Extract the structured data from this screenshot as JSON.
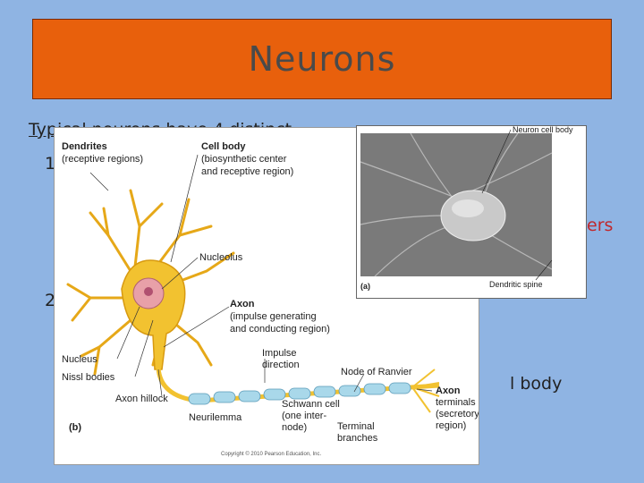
{
  "slide": {
    "title": "Neurons",
    "body_line1": "Typical neurons have 4 distinct",
    "item1_number": "1",
    "item1_fragment": "ers",
    "item2_number": "2",
    "item2_fragment": "l body"
  },
  "figure": {
    "labels": {
      "dendrites": "Dendrites",
      "dendrites_sub": "(receptive regions)",
      "cell_body": "Cell body",
      "cell_body_sub1": "(biosynthetic center",
      "cell_body_sub2": "and receptive region)",
      "nucleolus": "Nucleolus",
      "axon": "Axon",
      "axon_sub1": "(impulse generating",
      "axon_sub2": "and conducting region)",
      "impulse_direction1": "Impulse",
      "impulse_direction2": "direction",
      "nucleus": "Nucleus",
      "nissl_bodies": "Nissl bodies",
      "axon_hillock": "Axon hillock",
      "node_of_ranvier": "Node of Ranvier",
      "neurilemma": "Neurilemma",
      "schwann1": "Schwann cell",
      "schwann2": "(one inter-",
      "schwann3": "node)",
      "terminal_branches1": "Terminal",
      "terminal_branches2": "branches",
      "axon_terminals1": "Axon",
      "axon_terminals2": "terminals",
      "axon_terminals3": "(secretory",
      "axon_terminals4": "region)",
      "panel_b": "(b)",
      "copyright": "Copyright © 2010 Pearson Education, Inc."
    }
  },
  "photo": {
    "neuron_cell_body": "Neuron cell body",
    "dendritic_spine": "Dendritic spine",
    "panel_a": "(a)"
  },
  "colors": {
    "slide_bg": "#8fb4e3",
    "title_bg": "#e8600c",
    "neuron_yellow": "#f2c230",
    "schwann_blue": "#a9d8ea"
  }
}
